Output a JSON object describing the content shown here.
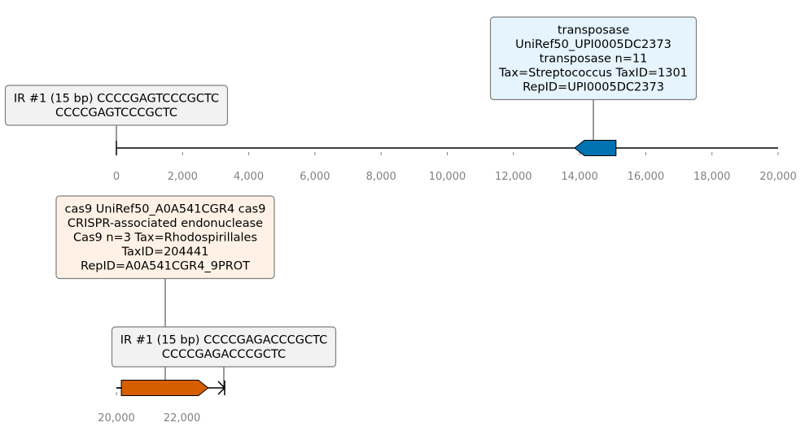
{
  "colors": {
    "backbone": "#000000",
    "tick_label": "#808080",
    "gene_blue": "#0072B2",
    "gene_orange": "#D55E00",
    "box_blue_fill": "#E5F4FD",
    "box_orange_fill": "#FFF1E5",
    "box_gray_fill": "#F2F2F2",
    "box_border": "#7F7F7F"
  },
  "tracks": [
    {
      "axis_ticks": [
        "0",
        "2,000",
        "4,000",
        "6,000",
        "8,000",
        "10,000",
        "12,000",
        "14,000",
        "16,000",
        "18,000",
        "20,000"
      ],
      "range": [
        0,
        20000
      ],
      "features": [
        {
          "kind": "inverted-repeat",
          "start": 0,
          "label_lines": [
            "IR #1 (15 bp) CCCCGAGTCCCGCTC",
            "CCCCGAGTCCCGCTC"
          ]
        },
        {
          "kind": "gene",
          "strand": "-",
          "start": 13850,
          "end": 15100,
          "color": "#0072B2",
          "label_lines": [
            "transposase",
            "UniRef50_UPI0005DC2373",
            "transposase n=11",
            "Tax=Streptococcus TaxID=1301",
            "RepID=UPI0005DC2373"
          ]
        }
      ]
    },
    {
      "axis_ticks": [
        "20,000",
        "22,000"
      ],
      "range": [
        20000,
        23300
      ],
      "features": [
        {
          "kind": "gene",
          "strand": "+",
          "start": 20150,
          "end": 22800,
          "color": "#D55E00",
          "label_lines": [
            "cas9 UniRef50_A0A541CGR4 cas9",
            "CRISPR-associated endonuclease",
            "Cas9 n=3 Tax=Rhodospirillales",
            "TaxID=204441",
            "RepID=A0A541CGR4_9PROT"
          ]
        },
        {
          "kind": "inverted-repeat",
          "start": 23300,
          "label_lines": [
            "IR #1 (15 bp) CCCCGAGACCCGCTC",
            "CCCCGAGACCCGCTC"
          ]
        }
      ]
    }
  ]
}
